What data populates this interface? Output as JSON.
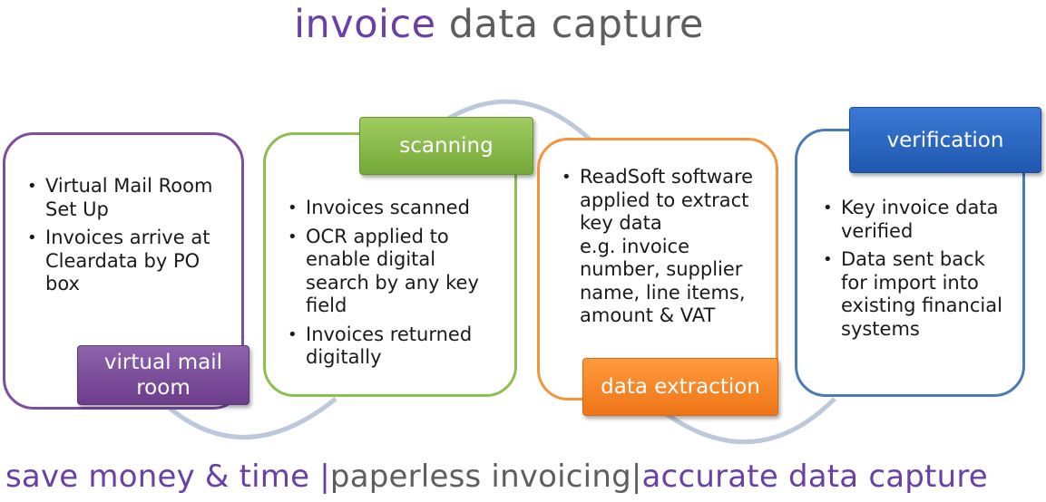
{
  "title": {
    "highlight": "invoice",
    "rest": "data capture"
  },
  "colors": {
    "purple": "#7e4e9e",
    "green": "#8bbf4e",
    "orange": "#f5943a",
    "blue": "#4a7ab8",
    "loop": "#bcc9dd"
  },
  "steps": [
    {
      "label_lines": [
        "virtual mail",
        "room"
      ],
      "bullets": [
        "Virtual Mail Room Set Up",
        "Invoices arrive at Cleardata by PO box"
      ]
    },
    {
      "label_lines": [
        "scanning"
      ],
      "bullets": [
        "Invoices scanned",
        "OCR applied to enable digital search  by any key field",
        "Invoices returned digitally"
      ]
    },
    {
      "label_lines": [
        "data extraction"
      ],
      "bullets": [
        "ReadSoft software applied to extract key data"
      ],
      "bullet_extra": "e.g. invoice number, supplier name, line items, amount &  VAT"
    },
    {
      "label_lines": [
        "verification"
      ],
      "bullets": [
        "Key invoice data verified",
        "Data sent back for import into existing financial systems"
      ]
    }
  ],
  "footer": {
    "part1": "save money & time ",
    "sep1": "|",
    "part2": "paperless invoicing",
    "sep2": "|",
    "part3": "accurate data capture"
  }
}
